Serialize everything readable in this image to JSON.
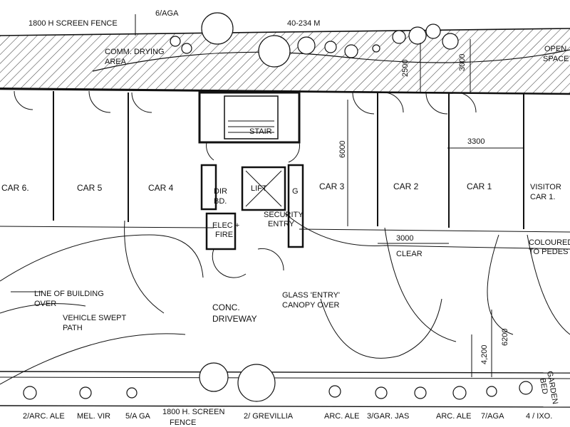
{
  "top": {
    "fence_label": "1800 H  SCREEN FENCE",
    "plant_label": "6/AGA",
    "dim_label": "40-234  M",
    "drying_label_1": "COMM. DRYING",
    "drying_label_2": "AREA",
    "open_space_1": "OPEN",
    "open_space_2": "SPACE",
    "dim_2500": "2500",
    "dim_3000": "3000"
  },
  "bays": {
    "car6": "CAR 6.",
    "car5": "CAR 5",
    "car4": "CAR 4",
    "car3": "CAR 3",
    "car2": "CAR 2",
    "car1": "CAR 1",
    "visitor_1": "VISITOR",
    "visitor_2": "CAR 1."
  },
  "core": {
    "stair": "STAIR",
    "lift": "LIFT",
    "dir_1": "DIR",
    "dir_2": "BD.",
    "elec_1": "ELEC +",
    "elec_2": "FIRE",
    "g": "G",
    "security_1": "SECURITY",
    "security_2": "ENTRY"
  },
  "dims": {
    "d3300": "3300",
    "d6000": "6000",
    "d3000": "3000",
    "clear": "CLEAR",
    "d6200": "6200",
    "d4200": "4,200"
  },
  "notes": {
    "building_1": "LINE OF BUILDING",
    "building_2": "OVER",
    "swept_1": "VEHICLE SWEPT",
    "swept_2": "PATH",
    "driveway_1": "CONC.",
    "driveway_2": "DRIVEWAY",
    "canopy_1": "GLASS 'ENTRY'",
    "canopy_2": "CANOPY OVER",
    "coloured_1": "COLOURED",
    "coloured_2": "TO PEDESTRI"
  },
  "bottom": {
    "p1": "2/ARC. ALE",
    "p2": "MEL. VIR",
    "p3": "5/A GA",
    "fence_1": "1800 H.  SCREEN",
    "fence_2": "FENCE",
    "p4": "2/ GREVILLIA",
    "p5": "ARC. ALE",
    "p6": "3/GAR. JAS",
    "p7": "ARC. ALE",
    "p8": "7/AGA",
    "p9": "4 / IXO.",
    "garden_1": "GARDEN",
    "garden_2": "BED"
  }
}
